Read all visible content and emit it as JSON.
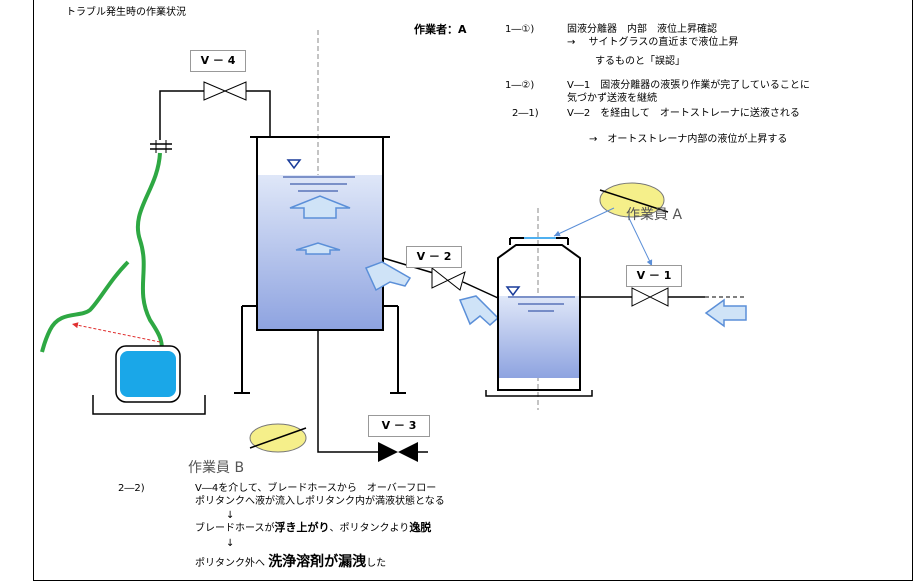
{
  "diagram": {
    "title": "トラブル発生時の作業状況",
    "operator_header": "作業者：A",
    "steps": {
      "s1_1_num": "1―①)",
      "s1_1_text": "固液分離器　内部　液位上昇確認",
      "s1_1_sub1": "→　 サイトグラスの直近まで液位上昇",
      "s1_1_sub2": "するものと「誤認」",
      "s1_2_num": "1―②)",
      "s1_2_text": "V―1　固液分離器の液張り作業が完了していることに",
      "s1_2_sub": "気づかず送液を継続",
      "s2_1_num": "2―1)",
      "s2_1_text": "V―2　を経由して　オートストレーナに送液される",
      "s2_1_sub": "→　オートストレーナ内部の液位が上昇する",
      "s2_2_num": "2―2)",
      "s2_2_line1": "V―4を介して、ブレードホースから　オーバーフロー",
      "s2_2_line2": "ポリタンクへ液が流入しポリタンク内が満液状態となる",
      "arrow_down": "↓",
      "s2_2_line3a": "ブレードホースが",
      "s2_2_line3b": "浮き上がり",
      "s2_2_line3c": "、ポリタンクより",
      "s2_2_line3d": "逸脱",
      "s2_2_line4a": "ポリタンク外へ",
      "s2_2_line4b": "洗浄溶剤が漏洩",
      "s2_2_line4c": "した"
    },
    "valves": {
      "v1": "V － 1",
      "v2": "V － 2",
      "v3": "V － 3",
      "v4": "V － 4"
    },
    "workers": {
      "a": "作業員 A",
      "b": "作業員 B"
    },
    "colors": {
      "liquid_top": "#c9d6f2",
      "liquid_bottom": "#8fa4e0",
      "hose": "#2ea843",
      "tank": "#1aa7e8",
      "worker_fill": "#f5ef8a",
      "flow_arrow": "#cfe3f7",
      "guide_arrow": "#5b8fd8",
      "overflow_arrow": "#e03030"
    }
  }
}
